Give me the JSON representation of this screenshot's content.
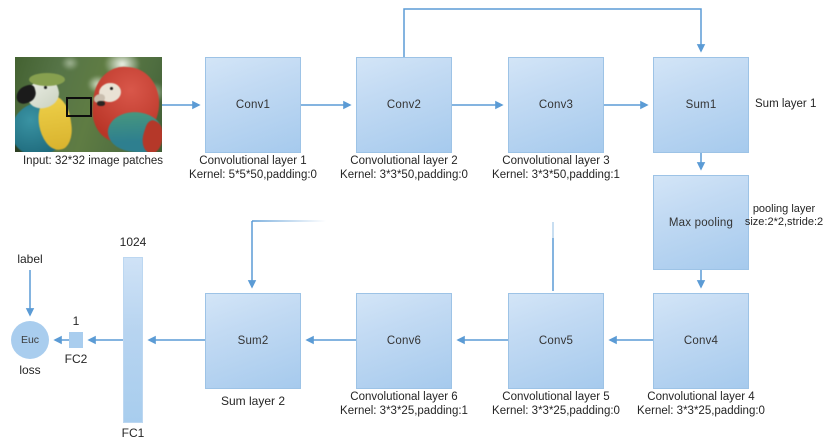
{
  "colors": {
    "accent_arrow": "#5B9BD5",
    "box_fill_top": "#d3e5f7",
    "box_fill_bottom": "#a6caed",
    "box_border": "#9dc3e6",
    "text": "#252525"
  },
  "input_image": {
    "caption": "Input: 32*32 image patches",
    "content": "two macaw parrots photo with black patch rectangle"
  },
  "nodes": {
    "conv1": {
      "label": "Conv1",
      "caption1": "Convolutional layer 1",
      "caption2": "Kernel: 5*5*50,padding:0"
    },
    "conv2": {
      "label": "Conv2",
      "caption1": "Convolutional layer 2",
      "caption2": "Kernel: 3*3*50,padding:0"
    },
    "conv3": {
      "label": "Conv3",
      "caption1": "Convolutional layer 3",
      "caption2": "Kernel: 3*3*50,padding:1"
    },
    "sum1": {
      "label": "Sum1",
      "side_label": "Sum layer 1"
    },
    "maxpool": {
      "label": "Max pooling",
      "side_label1": "pooling layer",
      "side_label2": "size:2*2,stride:2"
    },
    "conv4": {
      "label": "Conv4",
      "caption1": "Convolutional layer 4",
      "caption2": "Kernel: 3*3*25,padding:0"
    },
    "conv5": {
      "label": "Conv5",
      "caption1": "Convolutional layer 5",
      "caption2": "Kernel: 3*3*25,padding:0"
    },
    "conv6": {
      "label": "Conv6",
      "caption1": "Convolutional layer 6",
      "caption2": "Kernel: 3*3*25,padding:1"
    },
    "sum2": {
      "label": "Sum2",
      "caption1": "Sum layer 2"
    }
  },
  "fc": {
    "fc1": {
      "label": "FC1",
      "size": "1024"
    },
    "fc2": {
      "label": "FC2",
      "size": "1"
    }
  },
  "loss": {
    "label": "Euc",
    "caption": "loss",
    "target_label": "label"
  }
}
